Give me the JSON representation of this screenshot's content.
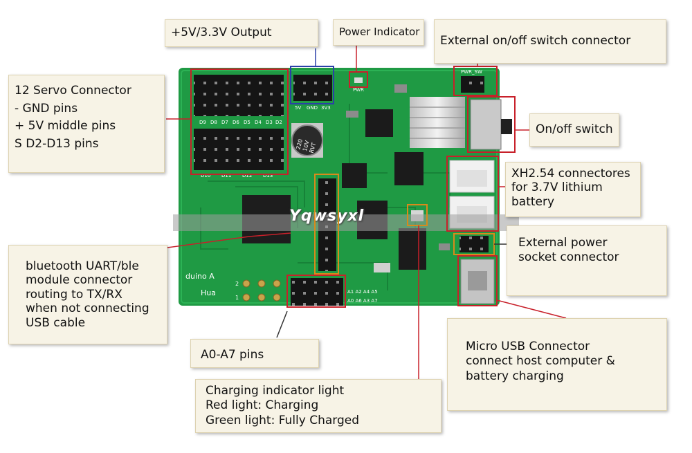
{
  "labels": {
    "servo": [
      "12 Servo Connector",
      " - GND pins",
      "+ 5V middle pins",
      "S D2-D13 pins"
    ],
    "output": [
      "+5V/3.3V Output"
    ],
    "power_indicator": [
      "Power Indicator"
    ],
    "ext_switch": [
      "External on/off switch connector"
    ],
    "onoff": [
      "On/off switch"
    ],
    "xh": [
      "XH2.54 connectores",
      "for 3.7V lithium",
      "battery"
    ],
    "ext_power": [
      "External power",
      "socket connector"
    ],
    "bluetooth": [
      "bluetooth UART/ble",
      "module connector",
      "routing to TX/RX",
      "when not connecting",
      "USB cable"
    ],
    "a0a7": [
      "A0-A7 pins"
    ],
    "charging": [
      "Charging indicator light",
      "Red light: Charging",
      "Green light: Fully Charged"
    ],
    "usb": [
      "Micro USB Connector",
      "connect host computer &",
      "battery charging"
    ]
  },
  "watermark": "Yqwsyxl",
  "silkscreen": {
    "servo_top": [
      "D9",
      "D8",
      "D7",
      "D6",
      "D5",
      "D4",
      "D3",
      "D2"
    ],
    "servo_bottom": [
      "D10",
      "D11",
      "D12",
      "D13"
    ],
    "power_pins": [
      "5V",
      "GND",
      "3V3"
    ],
    "pwr": "PWR",
    "cap": [
      "220",
      "10V",
      "RVT"
    ],
    "pwr_sw": "PWR_SW",
    "duino": "duino A",
    "hua": "Hua",
    "analog_top": "A1 A2 A4 A5",
    "analog_bottom": "A0 A6 A3 A7",
    "row_2": "2",
    "row_1": "1"
  },
  "colors": {
    "board": "#1f9a44",
    "header": "#1a1a1a",
    "callout_red": "#c8202a",
    "callout_blue": "#2b3fa8",
    "callout_orange": "#d88a1c",
    "label_bg": "#f7f3e6"
  }
}
